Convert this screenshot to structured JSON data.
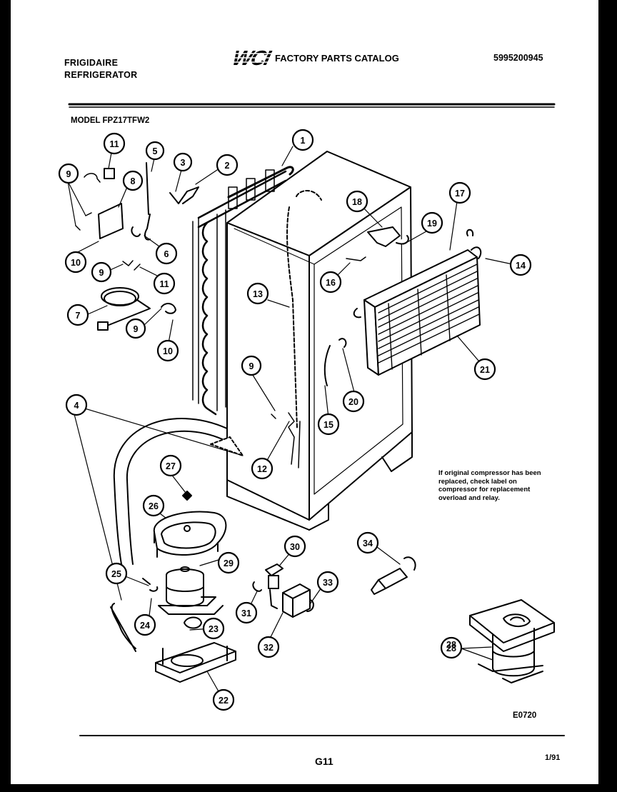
{
  "header": {
    "brand_line1": "FRIGIDAIRE",
    "brand_line2": "REFRIGERATOR",
    "logo_text": "WCI",
    "catalog_title": "FACTORY PARTS CATALOG",
    "part_number": "5995200945"
  },
  "model_label": "MODEL FPZ17TFW2",
  "note": "If original compressor has been replaced, check label on compressor for replacement overload and relay.",
  "diagram_code": "E0720",
  "footer": {
    "page_code": "G11",
    "date": "1/91"
  },
  "callouts": [
    "1",
    "2",
    "3",
    "4",
    "5",
    "6",
    "7",
    "8",
    "9",
    "9",
    "9",
    "9",
    "10",
    "10",
    "11",
    "11",
    "12",
    "13",
    "14",
    "15",
    "16",
    "17",
    "18",
    "19",
    "20",
    "21",
    "22",
    "23",
    "24",
    "25",
    "26",
    "27",
    "28",
    "28",
    "29",
    "30",
    "31",
    "32",
    "33",
    "34"
  ]
}
